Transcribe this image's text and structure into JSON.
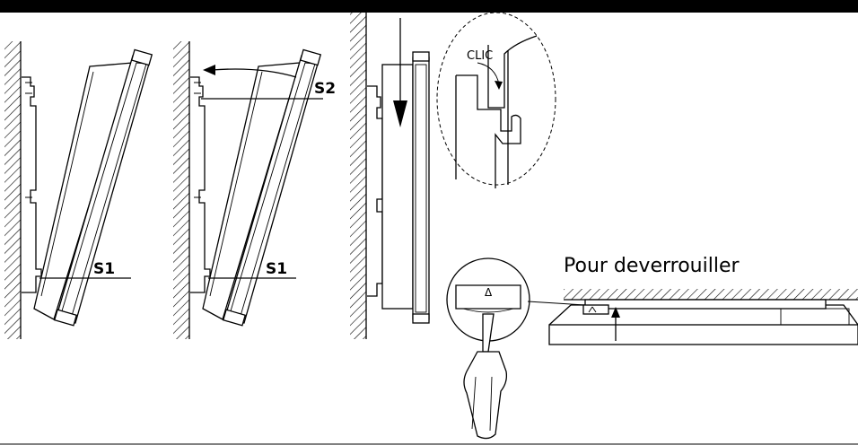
{
  "labels": {
    "step1_s1": "S1",
    "step2_s1": "S1",
    "step2_s2": "S2",
    "clic": "CLIC",
    "unlock": "Pour deverrouiller",
    "triangle": "Δ"
  },
  "colors": {
    "ink": "#000000",
    "background": "#ffffff"
  }
}
